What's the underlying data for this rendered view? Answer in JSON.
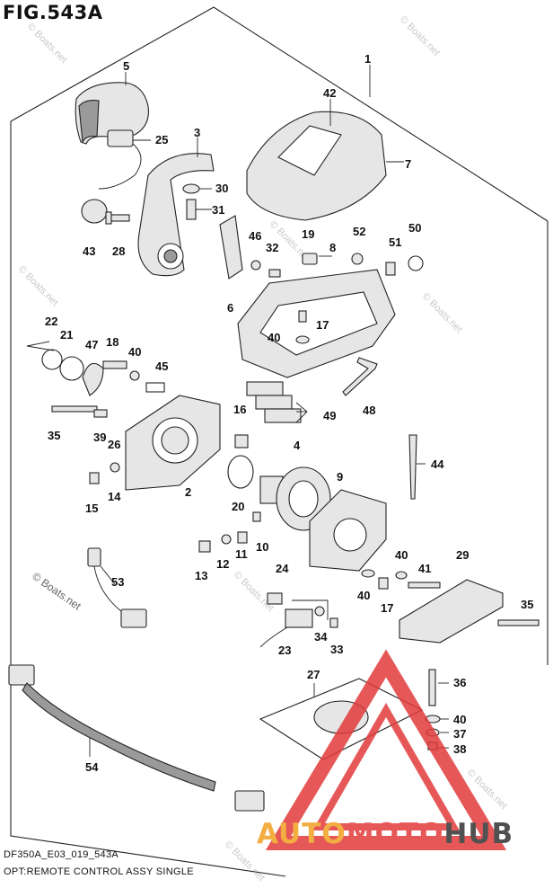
{
  "figure": {
    "title": "FIG.543A",
    "code": "DF350A_E03_019_543A",
    "description": "OPT:REMOTE CONTROL ASSY SINGLE"
  },
  "watermark": {
    "text": "© Boats.net",
    "credit": "© Boats.net"
  },
  "brand": {
    "part1": "AUTO",
    "part2": "MOTO",
    "part3": "HUB",
    "colors": {
      "red": "#e23b3b",
      "orange": "#f0a020",
      "dark": "#333333"
    }
  },
  "callouts": {
    "c1": "1",
    "c2": "2",
    "c3": "3",
    "c4": "4",
    "c5": "5",
    "c6": "6",
    "c7": "7",
    "c8": "8",
    "c9": "9",
    "c10": "10",
    "c11": "11",
    "c12": "12",
    "c13": "13",
    "c14": "14",
    "c15": "15",
    "c16": "16",
    "c17a": "17",
    "c17b": "17",
    "c18": "18",
    "c19": "19",
    "c20": "20",
    "c21": "21",
    "c22": "22",
    "c23": "23",
    "c24": "24",
    "c25": "25",
    "c26": "26",
    "c27": "27",
    "c28": "28",
    "c29": "29",
    "c30": "30",
    "c31": "31",
    "c32": "32",
    "c33": "33",
    "c34": "34",
    "c35a": "35",
    "c35b": "35",
    "c36": "36",
    "c37": "37",
    "c38": "38",
    "c39": "39",
    "c40a": "40",
    "c40b": "40",
    "c40c": "40",
    "c40d": "40",
    "c40e": "40",
    "c41": "41",
    "c42": "42",
    "c43": "43",
    "c44": "44",
    "c45": "45",
    "c46": "46",
    "c47": "47",
    "c48": "48",
    "c49": "49",
    "c50": "50",
    "c51": "51",
    "c52": "52",
    "c53": "53",
    "c54": "54"
  }
}
